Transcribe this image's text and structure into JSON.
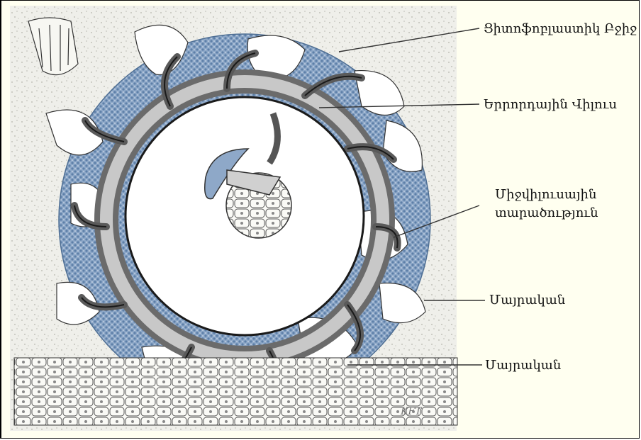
{
  "labels": {
    "cytotrophoblast": "Ցիտոֆոբլաստիկ Բջիջ",
    "tertiary_villus": "Երրորդային Վիլուս",
    "intervillous_line1": "Միջվիլուսային",
    "intervillous_line2": "տարածություն",
    "maternal_1": "Մայրական",
    "maternal_2": "Մայրական"
  },
  "signature": "KFT",
  "colors": {
    "background": "#fffff0",
    "trophoblast_blue": "#7f9cc0",
    "villus_dark": "#6b6b6b",
    "cavity": "#ffffff",
    "line": "#1a1a1a"
  }
}
